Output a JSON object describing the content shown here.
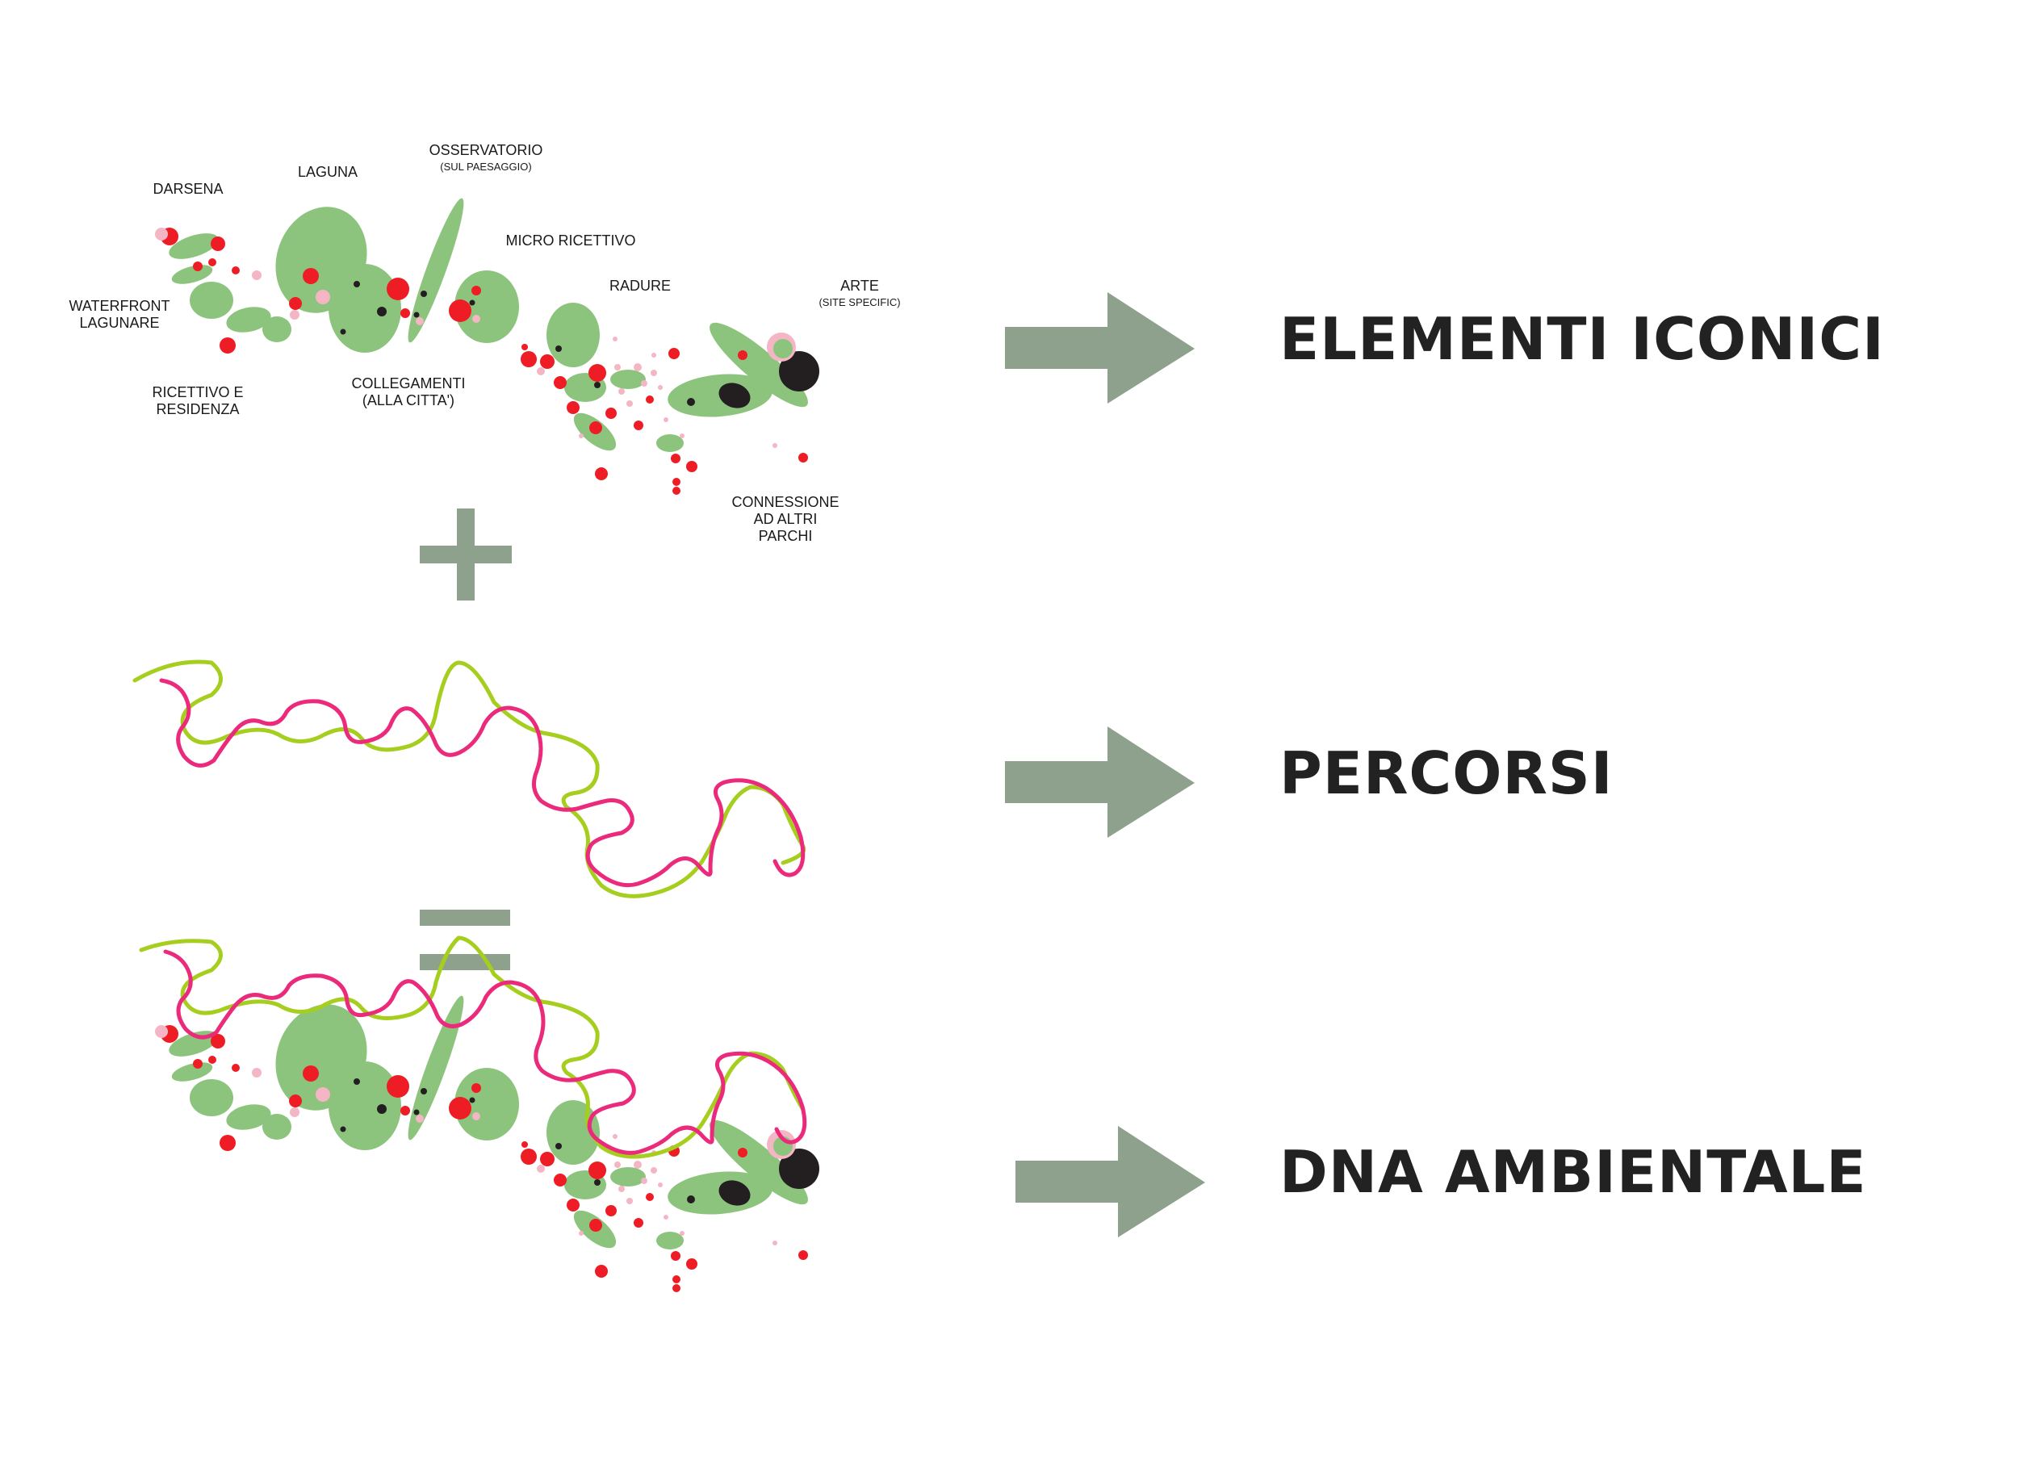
{
  "labels": {
    "darsena": "DARSENA",
    "laguna": "LAGUNA",
    "osservatorio": "OSSERVATORIO",
    "osservatorio_sub": "(SUL PAESAGGIO)",
    "micro_ricettivo": "MICRO RICETTIVO",
    "radure": "RADURE",
    "arte": "ARTE",
    "arte_sub": "(SITE SPECIFIC)",
    "waterfront_1": "WATERFRONT",
    "waterfront_2": "LAGUNARE",
    "ricettivo_1": "RICETTIVO E",
    "ricettivo_2": "RESIDENZA",
    "collegamenti_1": "COLLEGAMENTI",
    "collegamenti_2": "(ALLA CITTA')",
    "connessione_1": "CONNESSIONE",
    "connessione_2": "AD ALTRI",
    "connessione_3": "PARCHI"
  },
  "headings": {
    "elementi": "ELEMENTI ICONICI",
    "percorsi": "PERCORSI",
    "dna": "DNA AMBIENTALE"
  },
  "operators": [
    "plus-sign",
    "equals-sign"
  ],
  "colors": {
    "blob_green": "#8cc47e",
    "dot_red": "#ee1c24",
    "dot_pink": "#f4b6c4",
    "dot_dark": "#231f20",
    "path_lime": "#a6ce1e",
    "path_magenta": "#ec2a7b",
    "arrow_gray": "#8ea18d",
    "text_dark": "#222222"
  }
}
